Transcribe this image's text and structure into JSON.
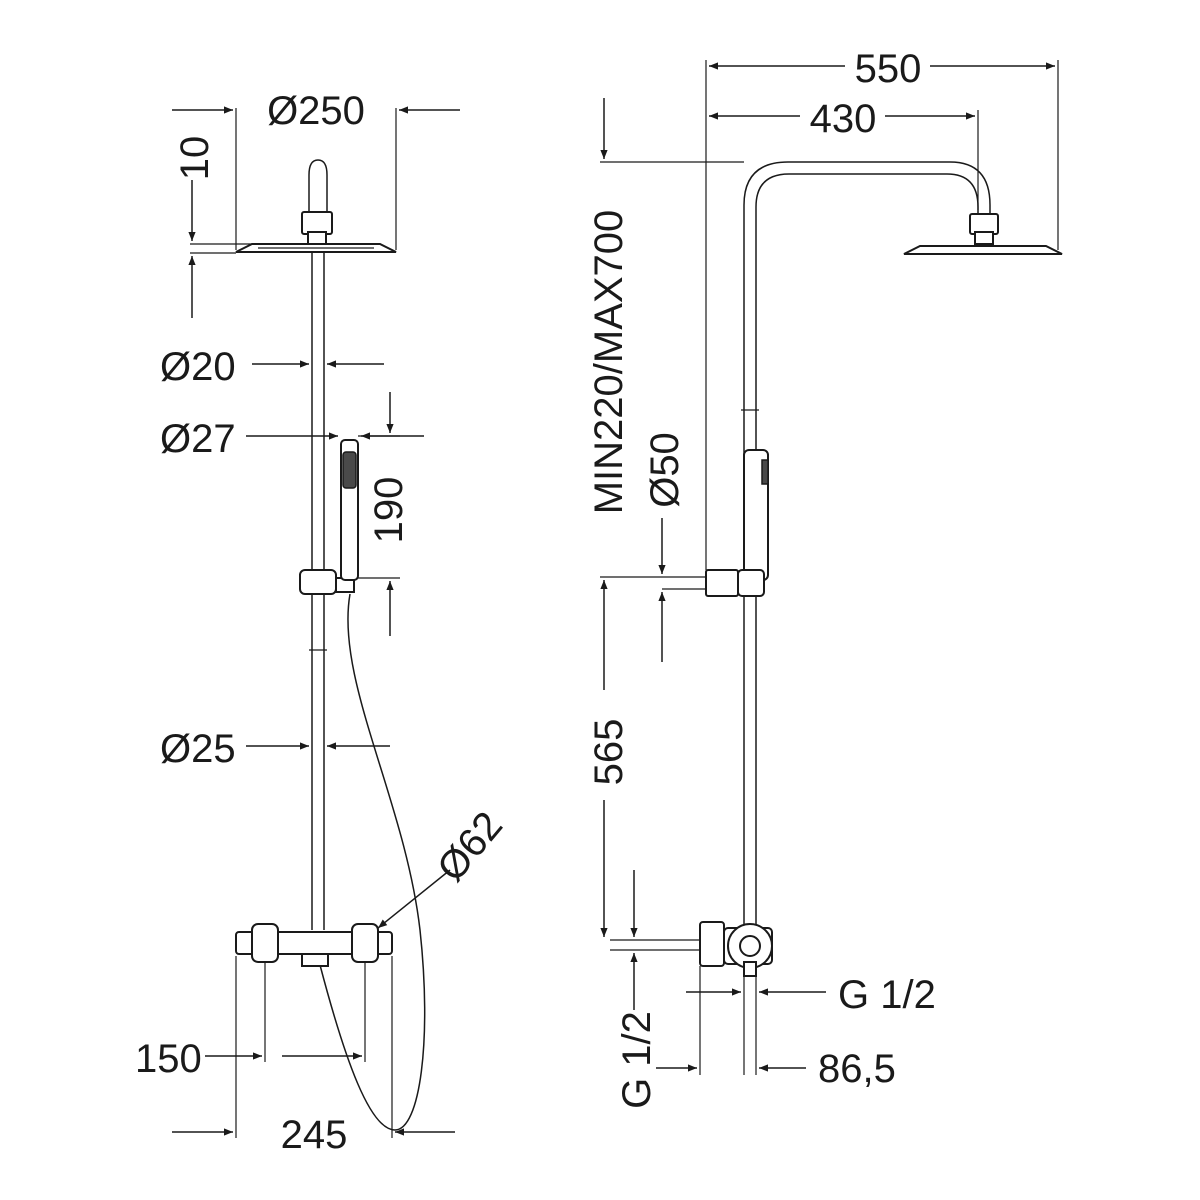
{
  "front_view": {
    "dia_head": "Ø250",
    "thickness": "10",
    "dia_top_bar": "Ø20",
    "dia_hand_shower": "Ø27",
    "hand_shower_len": "190",
    "dia_lower_bar": "Ø25",
    "dia_valve": "Ø62",
    "centers": "150",
    "valve_width": "245"
  },
  "side_view": {
    "overall_reach": "550",
    "arm_reach": "430",
    "height_adjust": "MIN220/MAX700",
    "dia_wall_support": "Ø50",
    "bracket_to_inlet": "565",
    "inlet_left": "G 1/2",
    "inlet_right": "G 1/2",
    "inlet_projection": "86,5"
  }
}
